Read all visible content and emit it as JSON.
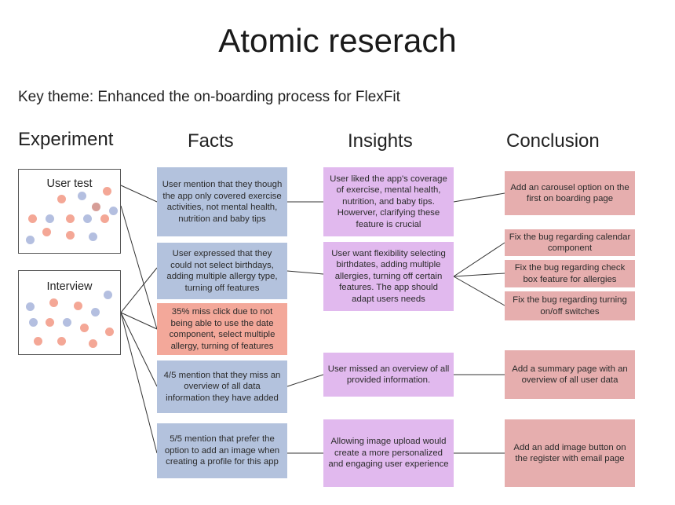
{
  "title": "Atomic reserach",
  "key_theme": "Key theme: Enhanced the on-boarding process for FlexFit",
  "columns": {
    "experiment": "Experiment",
    "facts": "Facts",
    "insights": "Insights",
    "conclusion": "Conclusion"
  },
  "experiments": {
    "user_test": "User test",
    "interview": "Interview"
  },
  "facts": [
    "User mention that they though the app only covered exercise activities, not mental health, nutrition and baby tips",
    "User expressed that they could not select birthdays, adding multiple allergy type, turning off features",
    "35% miss click due to not being able to use the date component, select multiple allergy, turning of features",
    "4/5 mention that they miss an overview of all data information they have added",
    "5/5 mention that prefer the option to add an image when creating a profile for this app"
  ],
  "insights": [
    "User liked the app's coverage of exercise, mental health, nutrition, and baby tips. Howerver, clarifying these feature is crucial",
    "User want flexibility selecting birthdates, adding multiple allergies, turning off certain features. The app should adapt users needs",
    "User missed an overview of all provided information.",
    "Allowing image upload would create a more personalized and engaging user experience"
  ],
  "conclusions": [
    "Add an carousel option on the first on boarding page",
    "Fix the bug regarding calendar component",
    "Fix the bug regarding check box feature for allergies",
    "Fix the bug regarding turning on/off switches",
    "Add a summary page with an overview of all user data",
    "Add an add image button on the register with email page"
  ],
  "colors": {
    "fact": "#b3c2dd",
    "fact_highlight": "#f3a89a",
    "insight": "#e1b9ee",
    "conclusion": "#e6aeae",
    "dot_blue": "#b4bfe0",
    "dot_red": "#f4a796"
  }
}
